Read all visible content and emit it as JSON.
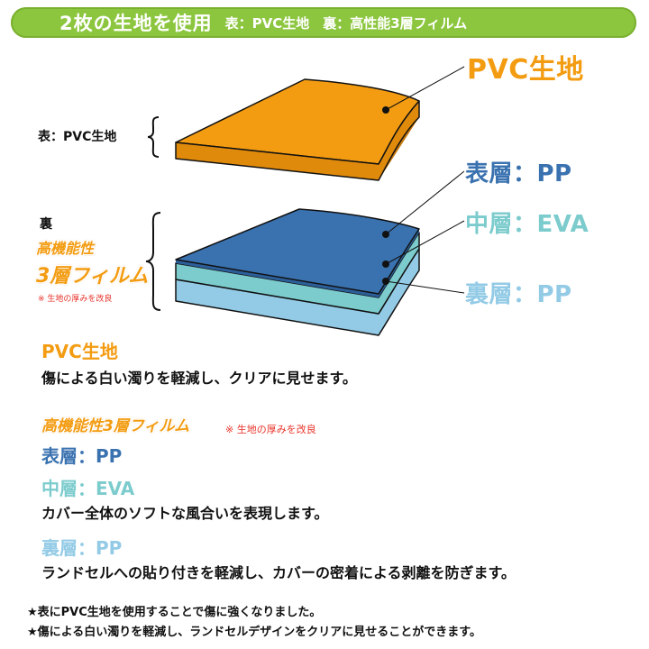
{
  "banner": {
    "main": "2枚の生地を使用",
    "sub": "表：PVC生地　裏：高性能3層フィルム"
  },
  "diagram": {
    "front_label": "表：PVC生地",
    "back_label": "裏",
    "film_label_line1": "高機能性",
    "film_label_line2": "3層フィルム",
    "film_note": "※ 生地の厚みを改良",
    "callouts": {
      "pvc": "PVC生地",
      "top_layer": "表層：PP",
      "mid_layer": "中層：EVA",
      "bottom_layer": "裏層：PP"
    },
    "colors": {
      "pvc": "#f39c12",
      "top_layer": "#3a72b0",
      "mid_layer": "#7ccbcd",
      "bottom_layer": "#93cbe6"
    }
  },
  "sections": {
    "pvc_title": "PVC生地",
    "pvc_text": "傷による白い濁りを軽減し、クリアに見せます。",
    "film_title": "高機能性3層フィルム",
    "film_note": "※ 生地の厚みを改良",
    "top_title": "表層：PP",
    "mid_title": "中層：EVA",
    "mid_text": "カバー全体のソフトな風合いを表現します。",
    "bottom_title": "裏層：PP",
    "bottom_text": "ランドセルへの貼り付きを軽減し、カバーの密着による剥離を防ぎます。"
  },
  "footnotes": [
    "★表にPVC生地を使用することで傷に強くなりました。",
    "★傷による白い濁りを軽減し、ランドセルデザインをクリアに見せることができます。"
  ]
}
